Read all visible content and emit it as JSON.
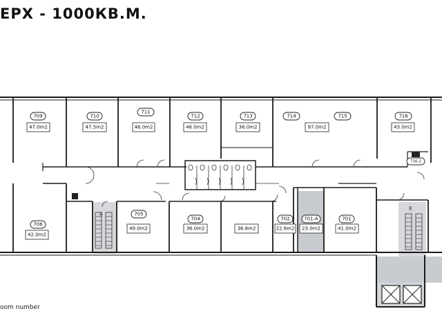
{
  "title": "ЕРХ - 1000КВ.М.",
  "legend": "oom number",
  "rooms": [
    {
      "number": "709",
      "area": "47.0m2"
    },
    {
      "number": "710",
      "area": "47.5m2"
    },
    {
      "number": "711",
      "area": "46.0m2"
    },
    {
      "number": "712",
      "area": "46.0m2"
    },
    {
      "number": "713",
      "area": "36.0m2"
    },
    {
      "number": "714",
      "area": ""
    },
    {
      "number": "715",
      "area": "97.0m2"
    },
    {
      "number": "716",
      "area": "43.0m2"
    },
    {
      "number": "716-1",
      "area": ""
    },
    {
      "number": "706",
      "area": "42.0m2"
    },
    {
      "number": "705",
      "area": "49.0m2"
    },
    {
      "number": "704",
      "area": "36.0m2"
    },
    {
      "number": "",
      "area": "36.6m2"
    },
    {
      "number": "702",
      "area": "22.6m2"
    },
    {
      "number": "701-A",
      "area": "23.0m2"
    },
    {
      "number": "701",
      "area": "41.0m2"
    }
  ],
  "stair_labels": [
    "up",
    "up"
  ],
  "colors": {
    "wall": "#1a1a1a",
    "shaded": "#c8cbcf",
    "ink": "#111111"
  }
}
